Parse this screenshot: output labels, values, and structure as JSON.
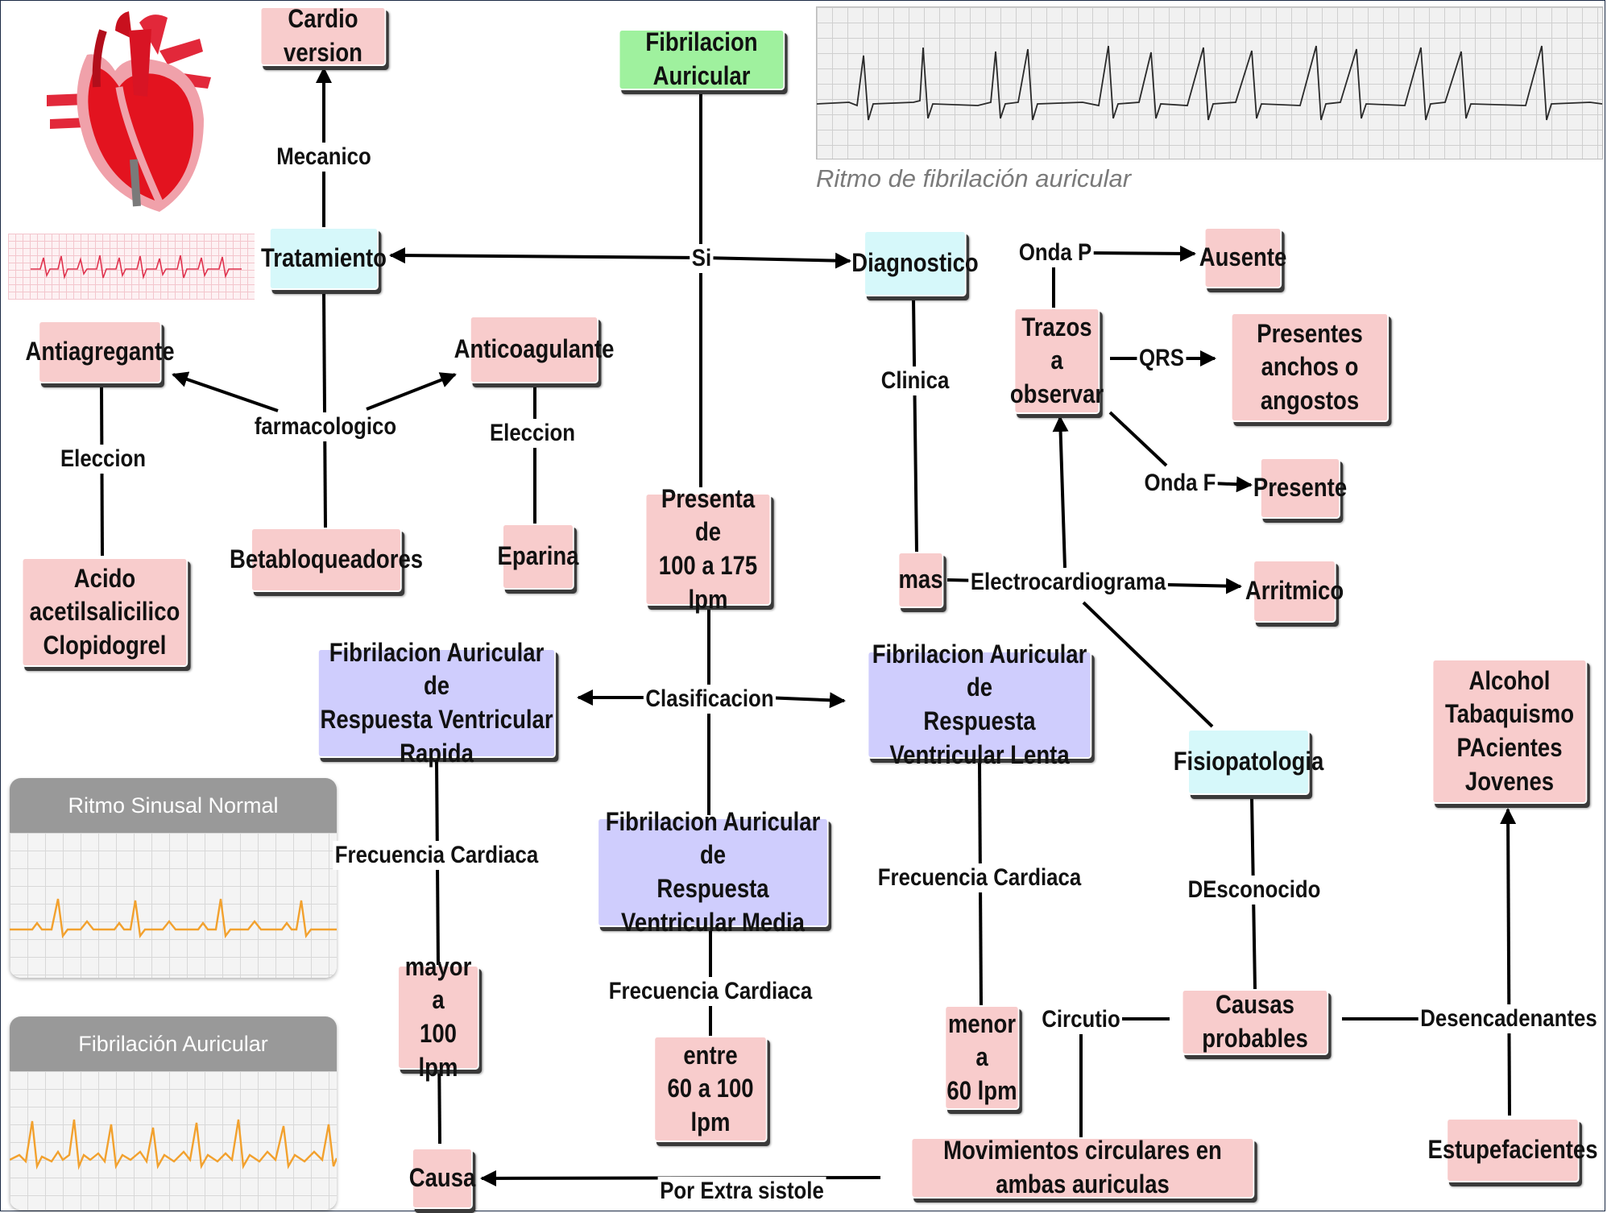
{
  "colors": {
    "pink": "#f8cccc",
    "cyan": "#d6f8fa",
    "green": "#9ff19e",
    "lavender": "#cfcdfd",
    "ecg_orange": "#f2a12e",
    "ecg_red": "#e0344f"
  },
  "nodes": {
    "root": "Fibrilacion Auricular",
    "tratamiento": "Tratamiento",
    "cardioversion": "Cardio version",
    "antiagregante": "Antiagregante",
    "anticoagulante": "Anticoagulante",
    "betabloqueadores": "Betabloqueadores",
    "eparina": "Eparina",
    "acido": [
      "Acido acetilsalicilico",
      "Clopidogrel"
    ],
    "presenta": [
      "Presenta de",
      "100 a 175 lpm"
    ],
    "diagnostico": "Diagnostico",
    "trazos": [
      "Trazos a",
      "observar"
    ],
    "ausente": "Ausente",
    "presentes": [
      "Presentes",
      "anchos o angostos"
    ],
    "presente": "Presente",
    "mas": "mas",
    "arritmico": "Arritmico",
    "fa_rapida": [
      "Fibrilacion Auricular de",
      "Respuesta Ventricular Rapida"
    ],
    "fa_lenta": [
      "Fibrilacion Auricular de",
      "Respuesta Ventricular Lenta"
    ],
    "fa_media": [
      "Fibrilacion Auricular de",
      "Respuesta Ventricular Media"
    ],
    "fisiopatologia": "Fisiopatologia",
    "alcohol": [
      "Alcohol",
      "Tabaquismo",
      "PAcientes Jovenes"
    ],
    "mayor": [
      "mayor a",
      "100 lpm"
    ],
    "entre": [
      "entre",
      "60 a 100 lpm"
    ],
    "menor": [
      "menor a",
      "60 lpm"
    ],
    "causas": "Causas probables",
    "estupefacientes": "Estupefacientes",
    "causa": "Causa",
    "movimientos": "Movimientos circulares en ambas auriculas"
  },
  "links": {
    "mecanico": "Mecanico",
    "si": "Si",
    "farmacologico": "farmacologico",
    "eleccion1": "Eleccion",
    "eleccion2": "Eleccion",
    "clinica": "Clinica",
    "onda_p": "Onda P",
    "qrs": "QRS",
    "onda_f": "Onda F",
    "electrocardiograma": "Electrocardiograma",
    "clasificacion": "Clasificacion",
    "frecuencia1": "Frecuencia Cardiaca",
    "frecuencia2": "Frecuencia Cardiaca",
    "frecuencia3": "Frecuencia Cardiaca",
    "desconocido": "DEsconocido",
    "circutio": "Circutio",
    "desencadenantes": "Desencadenantes",
    "extrasistole": "Por Extra sistole"
  },
  "images": {
    "ecg_caption": "Ritmo de fibrilación auricular",
    "panel_normal": "Ritmo Sinusal Normal",
    "panel_fa": "Fibrilación Auricular"
  }
}
